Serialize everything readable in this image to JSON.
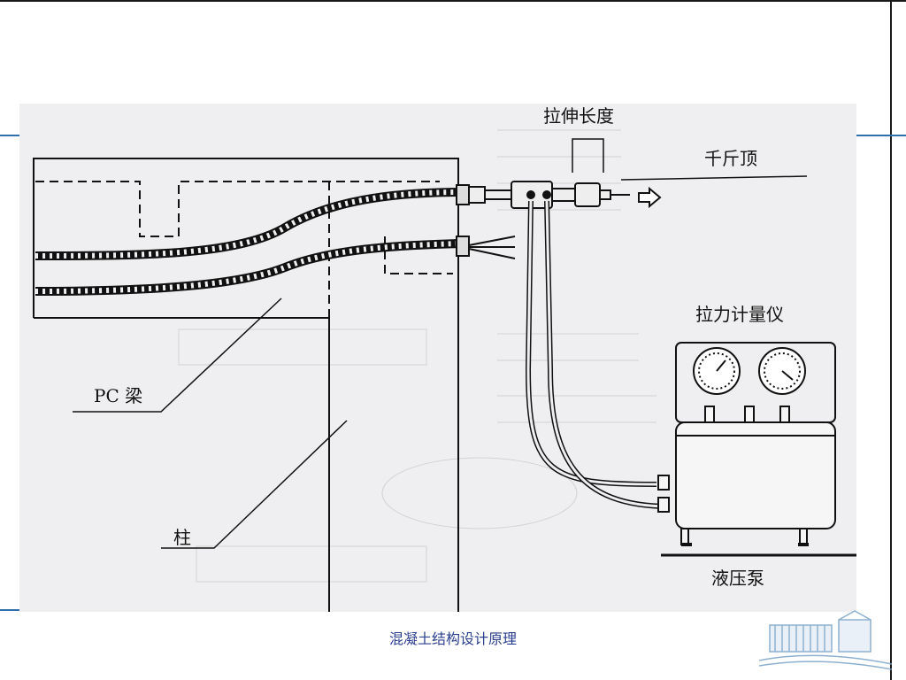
{
  "slide": {
    "footer_caption": "混凝土结构设计原理"
  },
  "figure": {
    "labels": {
      "stretch_length": "拉伸长度",
      "jack": "千斤顶",
      "dynamometer": "拉力计量仪",
      "pc_beam": "PC 梁",
      "column": "柱",
      "hydraulic_pump": "液压泵"
    }
  },
  "colors": {
    "accent": "#2f6fae",
    "caption": "#2b3f8f",
    "figure_bg": "#efeff1"
  },
  "icons": {
    "logo": "building-logo-icon",
    "arrow": "right-arrow-icon"
  }
}
